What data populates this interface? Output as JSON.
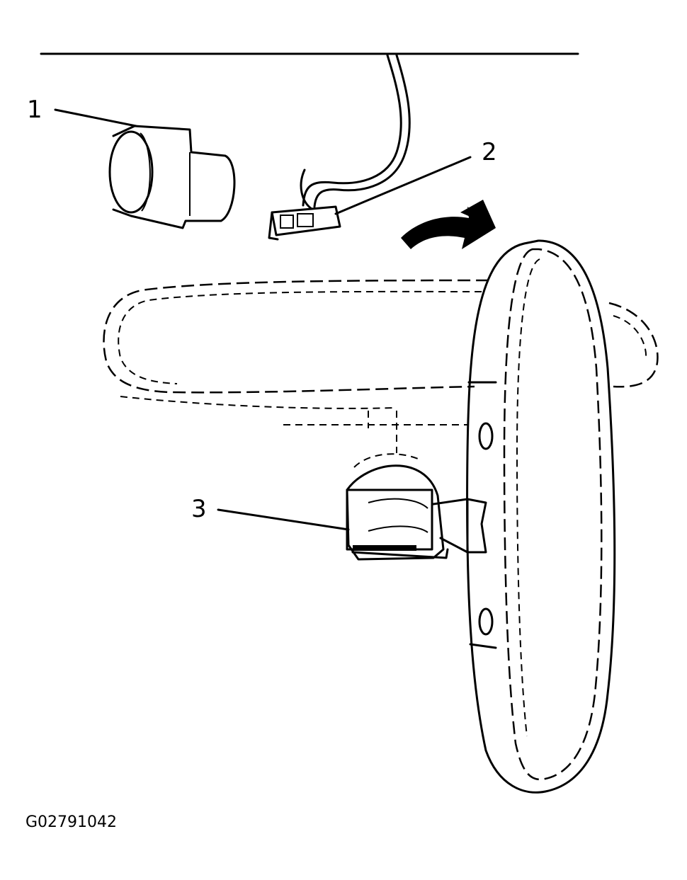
{
  "callouts": [
    {
      "id": "1",
      "text": "1"
    },
    {
      "id": "2",
      "text": "2"
    },
    {
      "id": "3",
      "text": "3"
    }
  ],
  "figure_id": "G02791042",
  "icons": {
    "headliner": "headliner-line-icon",
    "cover": "mirror-cover-icon",
    "connector": "electrical-connector-icon",
    "arrow": "rotation-arrow-icon",
    "mirror": "rearview-mirror-icon",
    "base": "mirror-mount-base-icon",
    "ghost": "mirror-rotated-outline-icon"
  },
  "colors": {
    "line": "#000000",
    "background": "#ffffff"
  }
}
